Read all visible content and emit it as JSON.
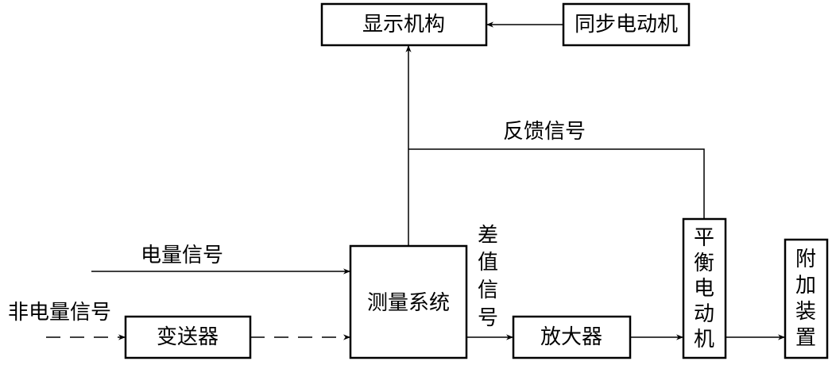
{
  "blocks": {
    "display": "显示机构",
    "sync_motor": "同步电动机",
    "measuring": "测量系统",
    "transmitter": "变送器",
    "amplifier": "放大器",
    "balance_motor": [
      "平",
      "衡",
      "电",
      "动",
      "机"
    ],
    "attachment": [
      "附",
      "加",
      "装",
      "置"
    ]
  },
  "signals": {
    "feedback": "反馈信号",
    "electrical": "电量信号",
    "non_electrical": "非电量信号",
    "difference": [
      "差",
      "值",
      "信",
      "号"
    ]
  }
}
